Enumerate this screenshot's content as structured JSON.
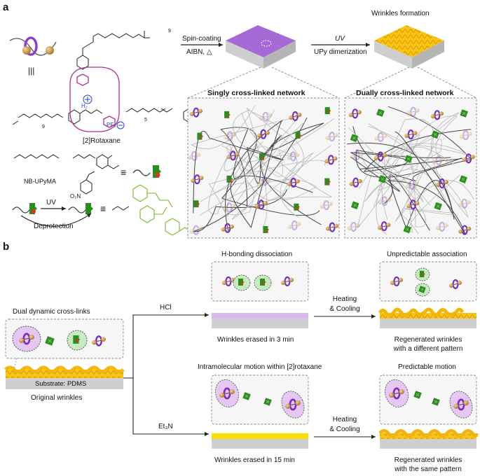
{
  "panel_a": {
    "letter": "a",
    "rotaxane_label": "[2]Rotaxane",
    "h2_label": "H₂",
    "pf6_label": "PF₆",
    "equiv_symbol": "|||",
    "monomer_label": "NB-UPyMA",
    "no2_label": "O₂N",
    "equals_symbol": "≡",
    "uv_small": "UV",
    "deprotection": "Deprotection",
    "spin_coating": "Spin-coating",
    "aibn": "AIBN, △",
    "uv_big": "UV",
    "upy_dimerization": "UPy dimerization",
    "wrinkles_formation": "Wrinkles formation",
    "singly_title": "Singly cross-linked network",
    "dually_title": "Dually cross-linked network",
    "subscript_9": "9",
    "subscript_5": "5",
    "colors": {
      "purple": "#8b3fc8",
      "green": "#2e8b1f",
      "gold": "#f3b50b",
      "magenta": "#b0308e",
      "surface": "#a56ad6"
    }
  },
  "panel_b": {
    "letter": "b",
    "dual_title": "Dual dynamic cross-links",
    "substrate": "Substrate: PDMS",
    "original": "Original wrinkles",
    "hcl": "HCl",
    "et3n": "Et₃N",
    "h_bonding": "H-bonding dissociation",
    "erased_3": "Wrinkles erased in 3 min",
    "intramolecular": "Intramolecular motion within [2]rotaxane",
    "erased_15": "Wrinkles erased in 15 min",
    "heating_1": "Heating",
    "cooling_1": "& Cooling",
    "heating_2": "Heating",
    "cooling_2": "& Cooling",
    "unpredictable": "Unpredictable association",
    "regen_diff_1": "Regenerated wrinkles",
    "regen_diff_2": "with a different pattern",
    "predictable": "Predictable motion",
    "regen_same_1": "Regenerated wrinkles",
    "regen_same_2": "with the same pattern"
  }
}
